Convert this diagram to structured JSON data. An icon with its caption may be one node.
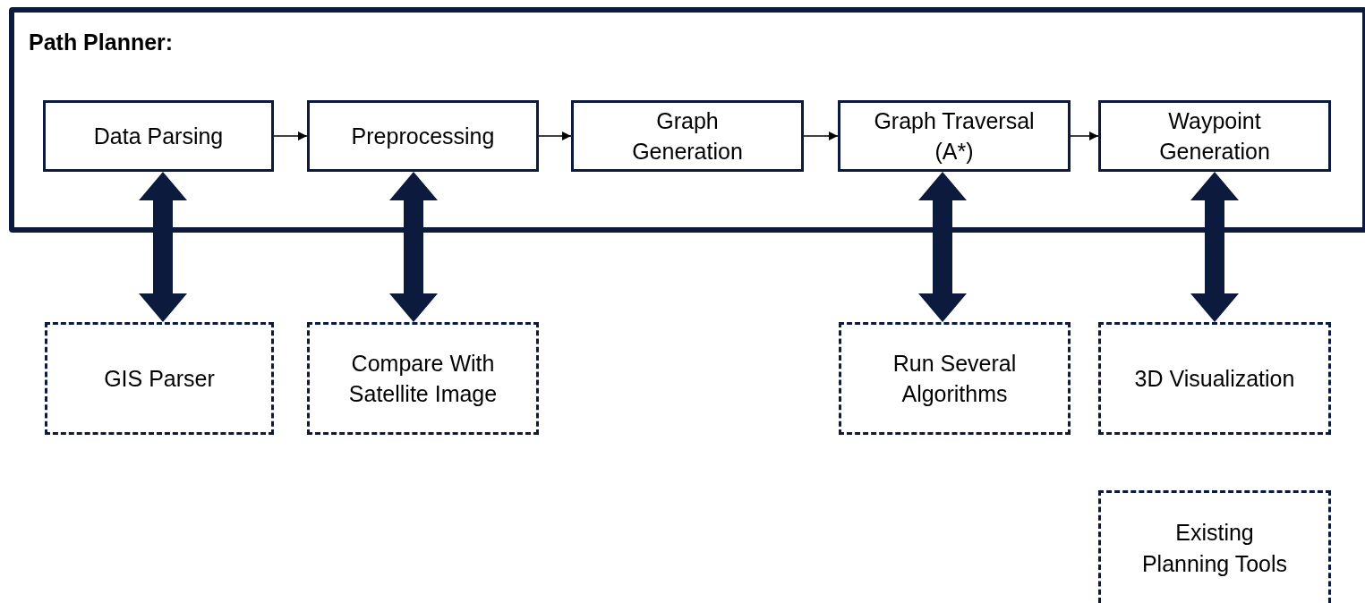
{
  "diagram": {
    "nodes": [
      {
        "text": [
          "Path Planner:"
        ]
      },
      {
        "text": [
          "Data Parsing"
        ],
        "in": 0
      },
      {
        "text": [
          "Preprocessing"
        ],
        "in": 0
      },
      {
        "text": [
          "Graph Generation"
        ],
        "in": 0
      },
      {
        "text": [
          "Graph Traversal (A*)"
        ],
        "in": 0
      },
      {
        "text": [
          "Waypoint Generation"
        ],
        "in": 0
      },
      {
        "text": [
          "GIS Parser"
        ]
      },
      {
        "text": [
          "Compare With Satellite Image"
        ]
      },
      {
        "text": [
          "Run Several Algorithms"
        ]
      },
      {
        "text": [
          "3D Visualization"
        ]
      },
      {
        "text": [
          "Existing Planning Tools"
        ]
      }
    ],
    "edges": [
      {
        "from": 1,
        "to": 2,
        "arrow": "to"
      },
      {
        "from": 2,
        "to": 3,
        "arrow": "to"
      },
      {
        "from": 3,
        "to": 4,
        "arrow": "to"
      },
      {
        "from": 4,
        "to": 5,
        "arrow": "to"
      },
      {
        "from": 1,
        "to": 6,
        "arrow": "both",
        "style": "thick",
        "color": "#0b1a3d"
      },
      {
        "from": 2,
        "to": 7,
        "arrow": "both",
        "style": "thick",
        "color": "#0b1a3d"
      },
      {
        "from": 4,
        "to": 8,
        "arrow": "both",
        "style": "thick",
        "color": "#0b1a3d"
      },
      {
        "from": 5,
        "to": 9,
        "arrow": "both",
        "style": "thick",
        "color": "#0b1a3d"
      }
    ]
  }
}
